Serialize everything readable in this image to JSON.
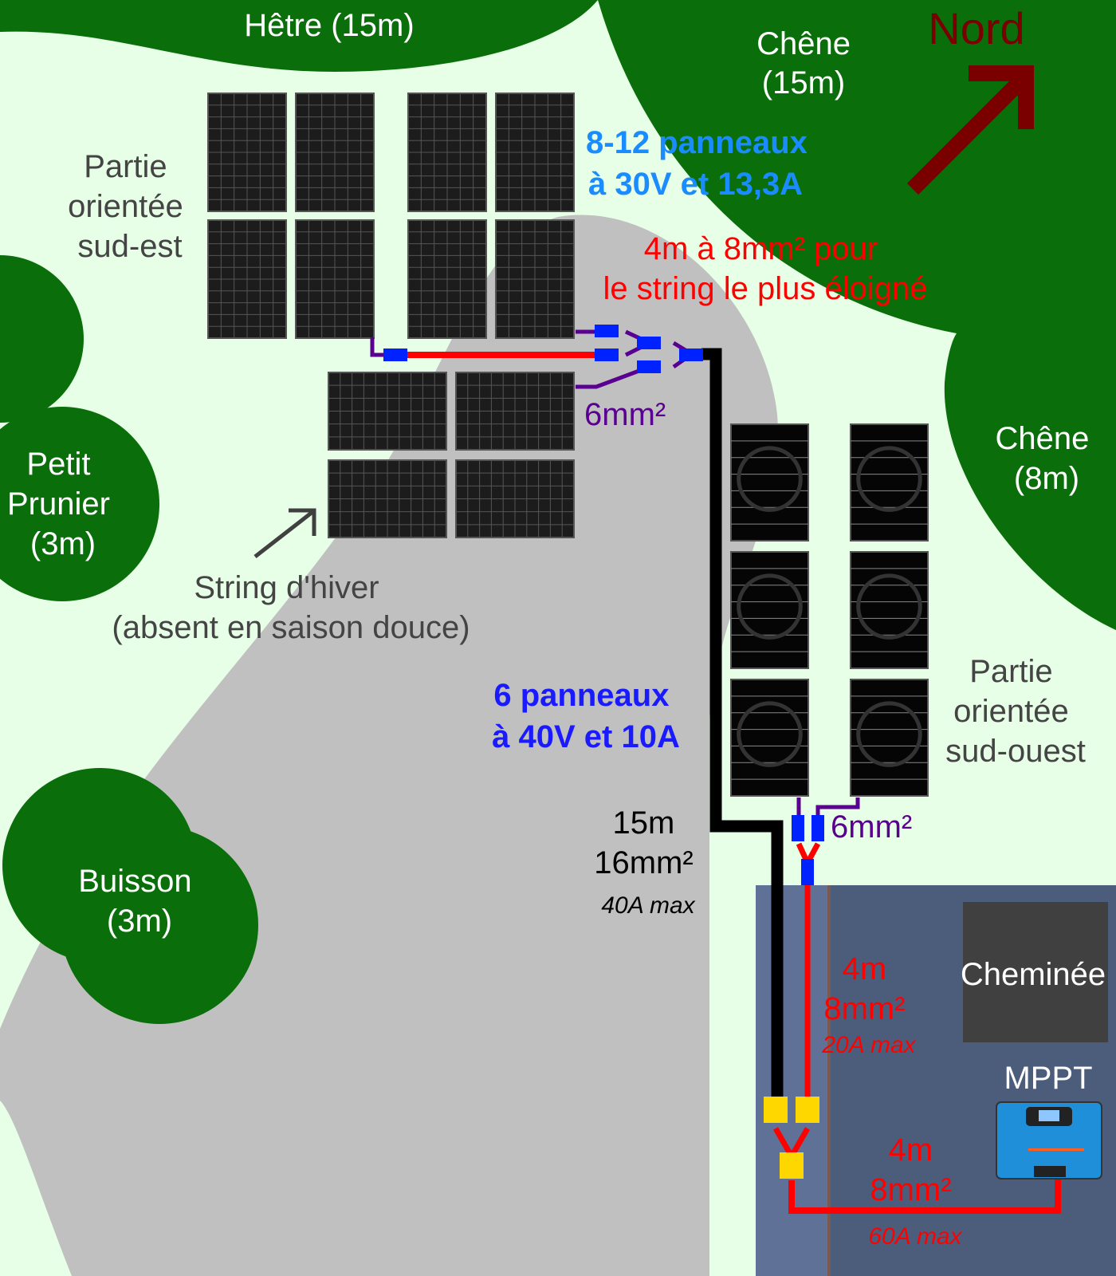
{
  "trees": {
    "hetre": "Hêtre (15m)",
    "chene_big": [
      "Chêne",
      "(15m)"
    ],
    "chene_small": [
      "Chêne",
      "(8m)"
    ],
    "prunier": [
      "Petit",
      "Prunier",
      "(3m)"
    ],
    "buisson": [
      "Buisson",
      "(3m)"
    ]
  },
  "north": "Nord",
  "southeast": [
    "Partie",
    "orientée",
    "sud-est"
  ],
  "southwest": [
    "Partie",
    "orientée",
    "sud-ouest"
  ],
  "se_panels": [
    "8-12 panneaux",
    "à 30V et 13,3A"
  ],
  "far_string": [
    "4m à 8mm² pour",
    "le string le plus éloigné"
  ],
  "se_cable": "6mm²",
  "winter": [
    "String d'hiver",
    "(absent en saison douce)"
  ],
  "sw_panels": [
    "6 panneaux",
    "à 40V et 10A"
  ],
  "sw_cable": "6mm²",
  "main_cable": [
    "15m",
    "16mm²",
    "40A max"
  ],
  "sw_run": [
    "4m",
    "8mm²",
    "20A max"
  ],
  "mppt_run": [
    "4m",
    "8mm²",
    "60A max"
  ],
  "chimney": "Cheminée",
  "mppt": "MPPT",
  "colors": {
    "tree": "#0a6e0a",
    "ground": "#e6ffe6",
    "roof": "#c0c0c0",
    "house": "#4c5d7c",
    "north": "#7a0000",
    "cyan": "#1a8cff",
    "blue": "#1a1aff",
    "red": "#ff0000",
    "purple": "#5a0090"
  }
}
